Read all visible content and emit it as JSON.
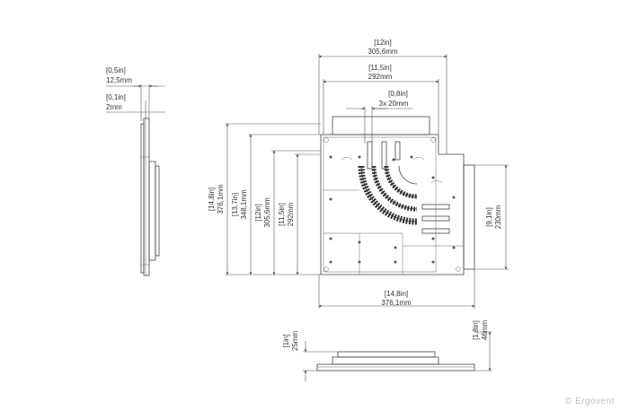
{
  "dimensions": {
    "top_width": {
      "in": "[12in]",
      "mm": "305,6mm"
    },
    "top_inner": {
      "in": "[11,5in]",
      "mm": "292mm"
    },
    "slot": {
      "in": "[0,8in]",
      "mm": "3x 20mm"
    },
    "bottom_width": {
      "in": "[14,8in]",
      "mm": "376,1mm"
    },
    "left_1": {
      "in": "[14,8in]",
      "mm": "376,1mm"
    },
    "left_2": {
      "in": "[13,7in]",
      "mm": "348,1mm"
    },
    "left_3": {
      "in": "[12in]",
      "mm": "305,6mm"
    },
    "left_4": {
      "in": "[11,5in]",
      "mm": "292mm"
    },
    "right_depth": {
      "in": "[9,1in]",
      "mm": "230mm"
    },
    "side_thick": {
      "in": "[0,5in]",
      "mm": "12,5mm"
    },
    "side_thin": {
      "in": "[0,1in]",
      "mm": "2mm"
    },
    "bottom_h1": {
      "in": "[1in]",
      "mm": "25mm"
    },
    "bottom_h2": {
      "in": "[1,8in]",
      "mm": "46mm"
    }
  },
  "copyright": "© Ergovent"
}
